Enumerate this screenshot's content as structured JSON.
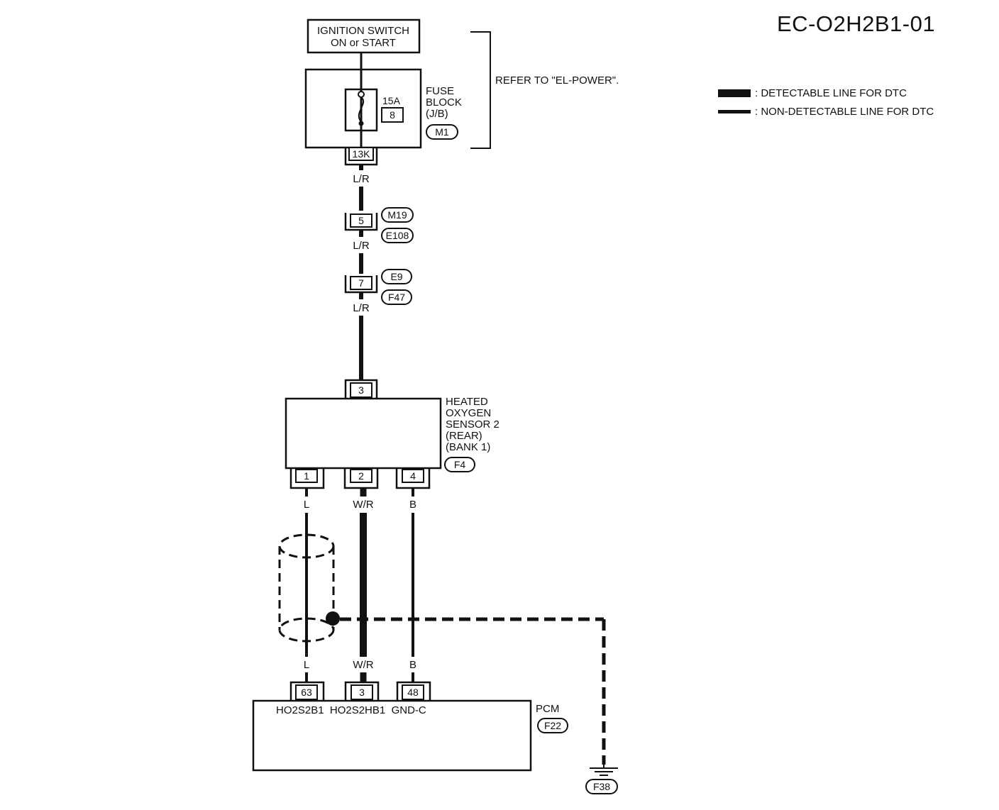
{
  "diagram_id": "EC-O2H2B1-01",
  "ignition": {
    "line1": "IGNITION SWITCH",
    "line2": "ON or  START"
  },
  "fuse_block": {
    "line1": "FUSE",
    "line2": "BLOCK",
    "line3": "(J/B)",
    "rating": "15A",
    "fuse_number": "8",
    "connector": "M1",
    "output_terminal": "13K"
  },
  "refer_note": "REFER TO \"EL-POWER\".",
  "legend": {
    "detectable": ": DETECTABLE LINE FOR DTC",
    "non_detectable": ": NON-DETECTABLE LINE FOR DTC"
  },
  "wire_colors": {
    "feed1": "L/R",
    "feed2": "L/R",
    "feed3": "L/R",
    "l_top": "L",
    "wr_top": "W/R",
    "b_top": "B",
    "l_bot": "L",
    "wr_bot": "W/R",
    "b_bot": "B"
  },
  "joint1": {
    "terminal": "5",
    "upper": "M19",
    "lower": "E108"
  },
  "joint2": {
    "terminal": "7",
    "upper": "E9",
    "lower": "F47"
  },
  "sensor": {
    "line1": "HEATED",
    "line2": "OXYGEN",
    "line3": "SENSOR 2",
    "line4": "(REAR)",
    "line5": "(BANK 1)",
    "connector": "F4",
    "terminals": {
      "top": "3",
      "t1": "1",
      "t2": "2",
      "t4": "4"
    }
  },
  "pcm": {
    "label": "PCM",
    "connector": "F22",
    "terminals": {
      "t63": "63",
      "t3": "3",
      "t48": "48"
    },
    "pins": "HO2S2B1  HO2S2HB1  GND-C"
  },
  "ground": {
    "connector": "F38"
  }
}
